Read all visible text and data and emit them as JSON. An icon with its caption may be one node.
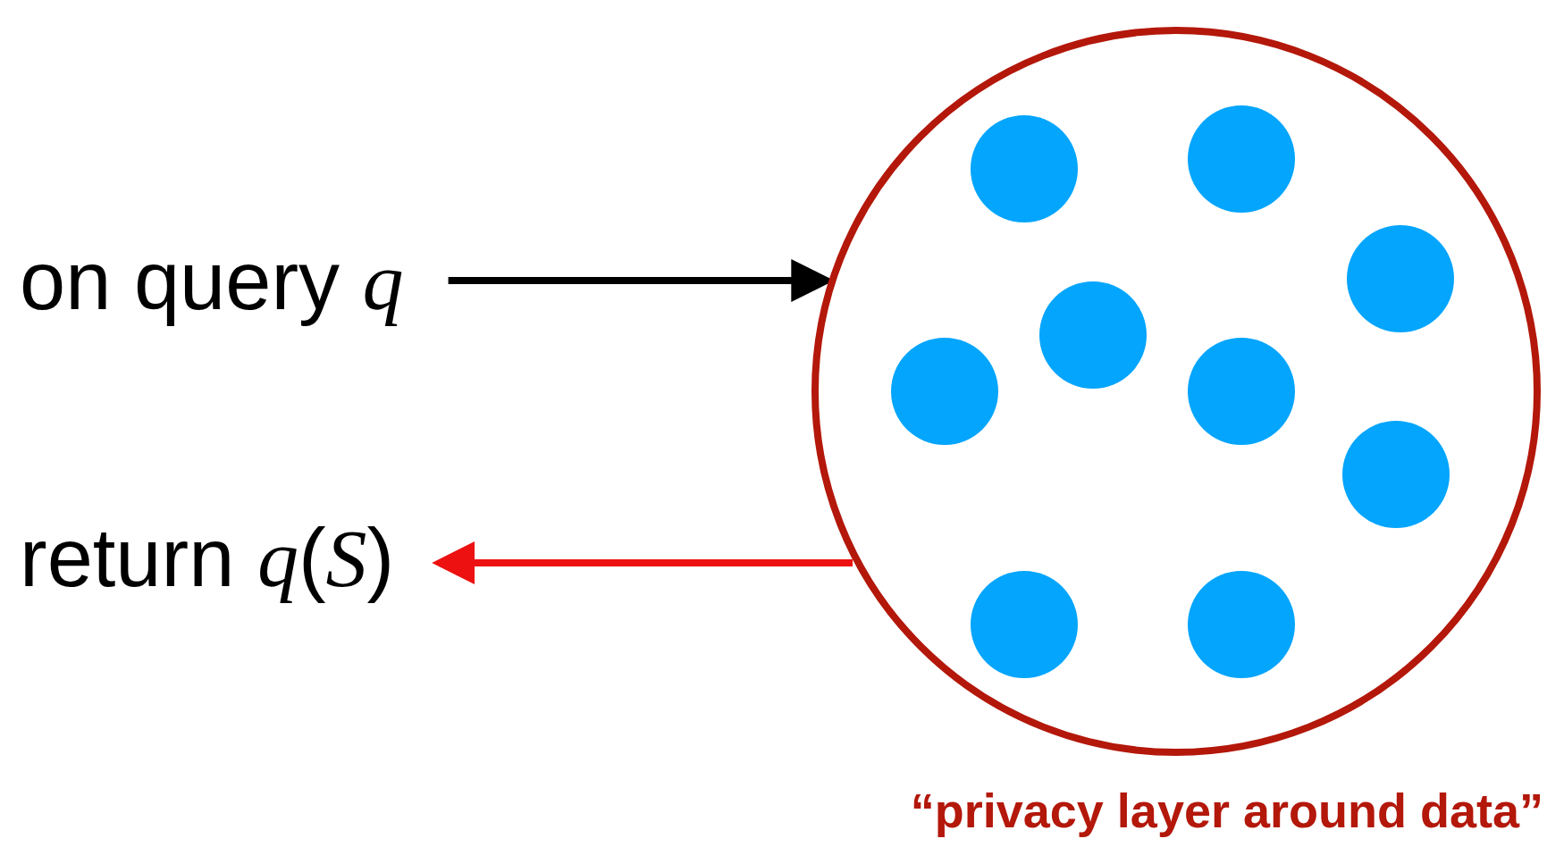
{
  "diagram": {
    "nodes": [
      {
        "text": [
          "on query *q*"
        ]
      },
      {
        "text": [
          "return *q*(*S*)"
        ]
      },
      {
        "text": [],
        "shape": "circle",
        "beside": [
          "“privacy layer around data”"
        ]
      },
      {
        "text": [],
        "shape": "circle",
        "in": 2
      },
      {
        "text": [],
        "shape": "circle",
        "in": 2
      },
      {
        "text": [],
        "shape": "circle",
        "in": 2
      },
      {
        "text": [],
        "shape": "circle",
        "in": 2
      },
      {
        "text": [],
        "shape": "circle",
        "in": 2
      },
      {
        "text": [],
        "shape": "circle",
        "in": 2
      },
      {
        "text": [],
        "shape": "circle",
        "in": 2
      },
      {
        "text": [],
        "shape": "circle",
        "in": 2
      },
      {
        "text": [],
        "shape": "circle",
        "in": 2
      }
    ],
    "edges": [
      {
        "from": 0,
        "to": 2,
        "arrow": "to"
      },
      {
        "from": 2,
        "to": 1,
        "arrow": "to",
        "color": "#ee1111"
      }
    ]
  }
}
